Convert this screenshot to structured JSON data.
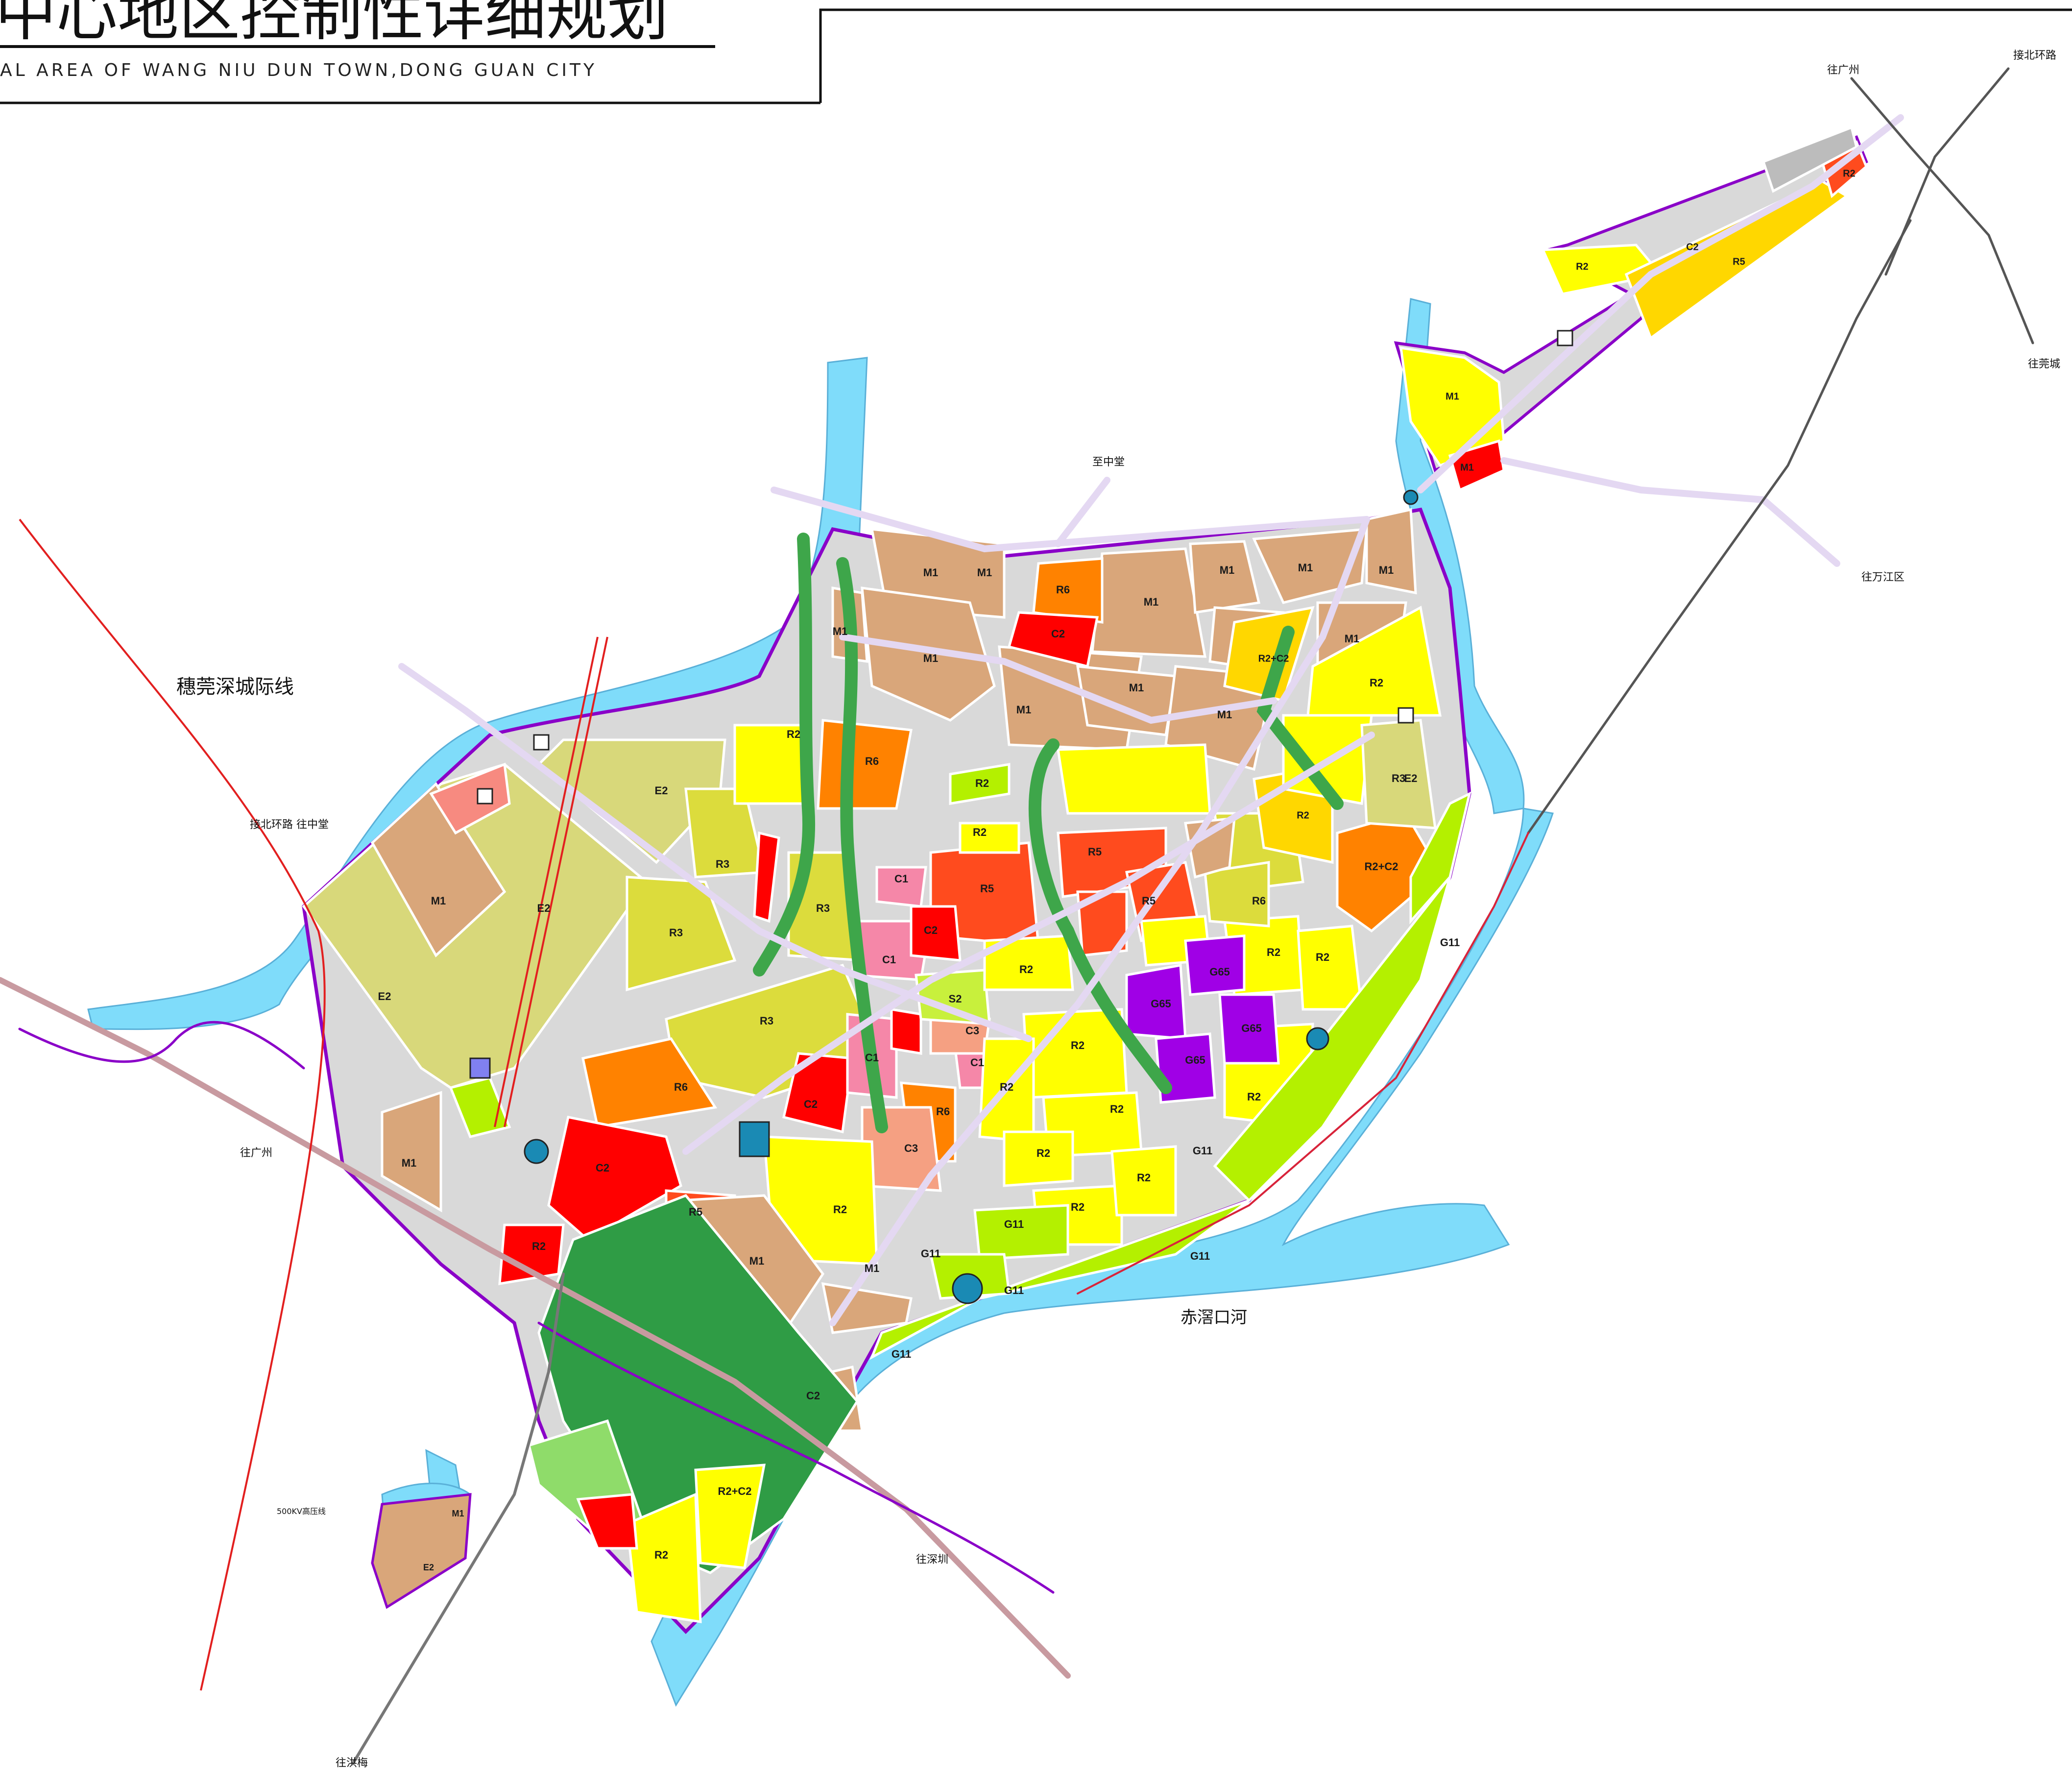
{
  "title": {
    "main": "中心地区控制性详细规划",
    "subtitle": "AL AREA OF WANG NIU DUN TOWN,DONG GUAN CITY"
  },
  "colors": {
    "R2": "#ffff00",
    "R3": "#dcdc3c",
    "R5": "#ff4b1e",
    "R6": "#ff8200",
    "M1": "#d9a67a",
    "E2": "#d8d87a",
    "C1": "#f587a8",
    "C2": "#ff0000",
    "C3": "#f5a082",
    "G11": "#b4f000",
    "G12": "#3ea64a",
    "G65": "#a000e6",
    "S3": "#a0a0a0",
    "S2": "#c8f03c",
    "water": "#7fdcfa",
    "boundary": "#8a00c8"
  },
  "place_labels": {
    "railway_intercity": "穗莞深城际线",
    "river": "赤滘口河",
    "to_zhongtang_north": "至中堂",
    "to_guangzhou_ne": "往广州",
    "to_beihuan": "接北环路",
    "to_guancheng": "往莞城",
    "to_wanjiang": "往万江区",
    "beihuan_zhongtang": "接北环路  往中堂",
    "to_guangzhou_w": "往广州",
    "to_shenzhen": "往深圳",
    "to_hongmei": "往洪梅",
    "power_line": "500KV高压线"
  },
  "zone_labels": [
    "M1",
    "M1",
    "M1",
    "M1",
    "M1",
    "M1",
    "M1",
    "M1",
    "M1",
    "M1",
    "M1",
    "M1",
    "R6",
    "C2",
    "R2+C2",
    "R2",
    "R2",
    "E2",
    "E2",
    "E2",
    "E2",
    "M1",
    "R3",
    "R3",
    "R3",
    "R3",
    "R6",
    "R5",
    "R5",
    "R5",
    "C1",
    "C1",
    "C1",
    "C1",
    "C2",
    "R2",
    "R2",
    "R2",
    "R2",
    "R2",
    "R2",
    "R2",
    "R2",
    "R2",
    "R2",
    "R2",
    "R2",
    "G65",
    "G65",
    "G65",
    "G65",
    "S2",
    "C3",
    "C3",
    "R6",
    "R6",
    "C2",
    "C2",
    "R5",
    "G11",
    "G11",
    "G11",
    "G11",
    "G11",
    "G11",
    "G11",
    "R2",
    "R2",
    "R2+C2",
    "R5",
    "R2",
    "C2",
    "M1",
    "M1",
    "M1",
    "M1",
    "C2",
    "R2",
    "R2",
    "M1",
    "M1",
    "E2",
    "R3",
    "R6",
    "R2+C2",
    "R2"
  ]
}
